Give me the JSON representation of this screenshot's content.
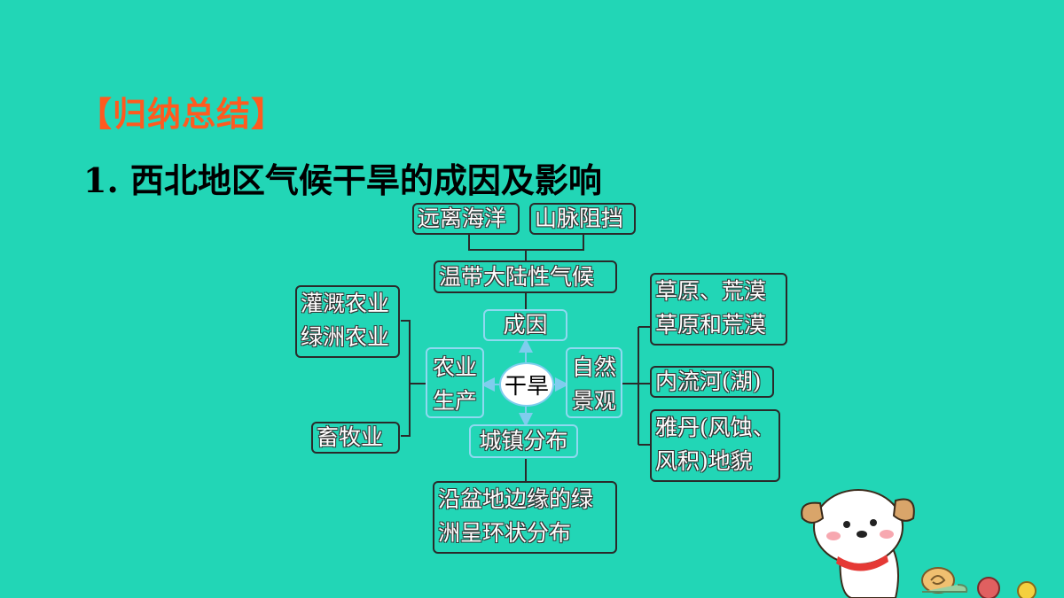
{
  "heading": "【归纳总结】",
  "subheading": "1. 西北地区气候干旱的成因及影响",
  "diagram": {
    "center": "干旱",
    "cause_label": "成因",
    "city_label": "城镇分布",
    "agri_label": [
      "农业",
      "生产"
    ],
    "landscape_label": [
      "自然",
      "景观"
    ],
    "factors": [
      "远离海洋",
      "山脉阻挡"
    ],
    "climate": "温带大陆性气候",
    "agri_items": [
      [
        "灌溉农业",
        "绿洲农业"
      ],
      "畜牧业"
    ],
    "landscape_items": [
      [
        "草原、荒漠",
        "草原和荒漠"
      ],
      "内流河(湖)",
      [
        "雅丹(风蚀、",
        "风积)地貌"
      ]
    ],
    "city_desc": [
      "沿盆地边缘的绿",
      "洲呈环状分布"
    ]
  },
  "colors": {
    "background": "#22d6b6",
    "heading": "#ff5a1f",
    "arrow": "#7fcdee",
    "border": "#2a2a2a"
  }
}
